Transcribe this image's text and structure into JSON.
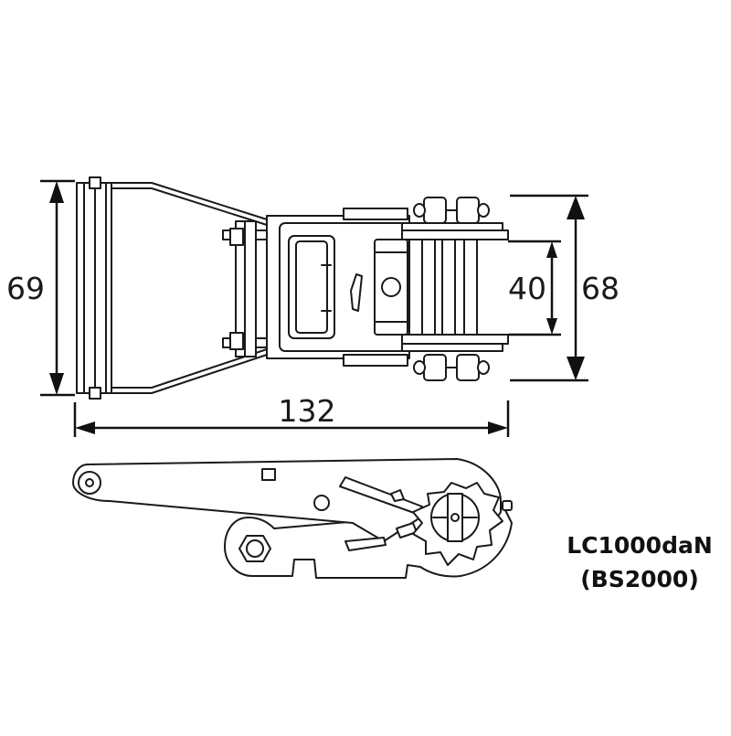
{
  "dimensions": {
    "height_left": "69",
    "length_bottom": "132",
    "inner_width": "40",
    "height_right": "68"
  },
  "rating": {
    "line1": "LC1000daN",
    "line2": "(BS2000)"
  },
  "colors": {
    "stroke": "#1a1a1a",
    "background": "#ffffff"
  }
}
